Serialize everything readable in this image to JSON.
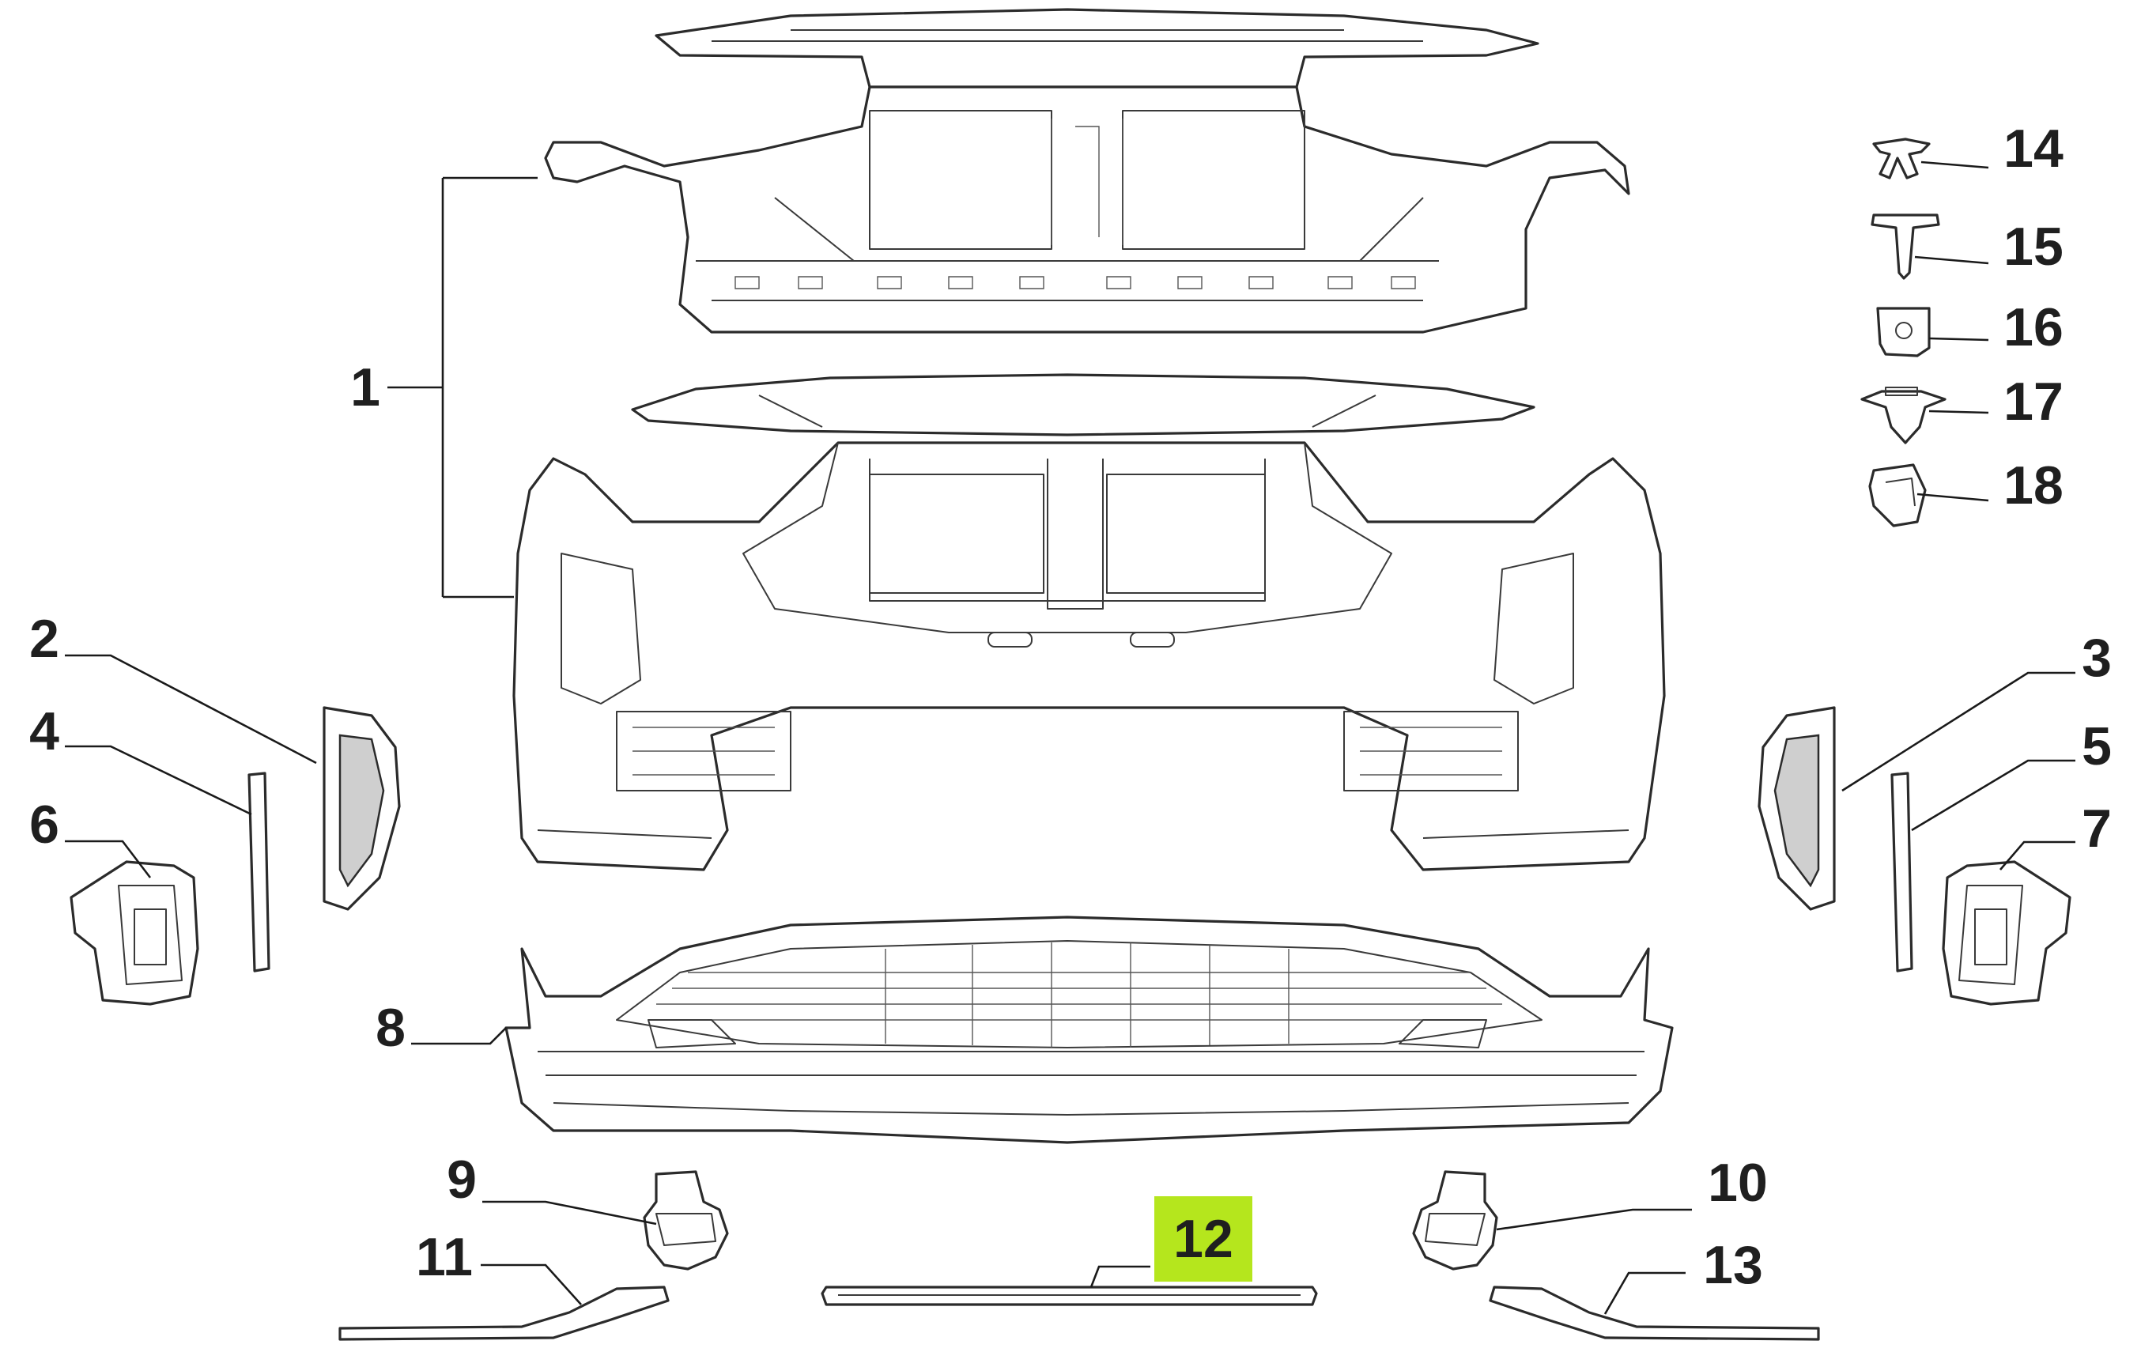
{
  "diagram": {
    "highlight_color": "#b5e61d",
    "line_color": "#1f1f1f",
    "callouts": [
      {
        "id": "c1",
        "label": "1"
      },
      {
        "id": "c2",
        "label": "2"
      },
      {
        "id": "c3",
        "label": "3"
      },
      {
        "id": "c4",
        "label": "4"
      },
      {
        "id": "c5",
        "label": "5"
      },
      {
        "id": "c6",
        "label": "6"
      },
      {
        "id": "c7",
        "label": "7"
      },
      {
        "id": "c8",
        "label": "8"
      },
      {
        "id": "c9",
        "label": "9"
      },
      {
        "id": "c10",
        "label": "10"
      },
      {
        "id": "c11",
        "label": "11"
      },
      {
        "id": "c12",
        "label": "12",
        "highlighted": true
      },
      {
        "id": "c13",
        "label": "13"
      },
      {
        "id": "c14",
        "label": "14"
      },
      {
        "id": "c15",
        "label": "15"
      },
      {
        "id": "c16",
        "label": "16"
      },
      {
        "id": "c17",
        "label": "17"
      },
      {
        "id": "c18",
        "label": "18"
      }
    ]
  }
}
